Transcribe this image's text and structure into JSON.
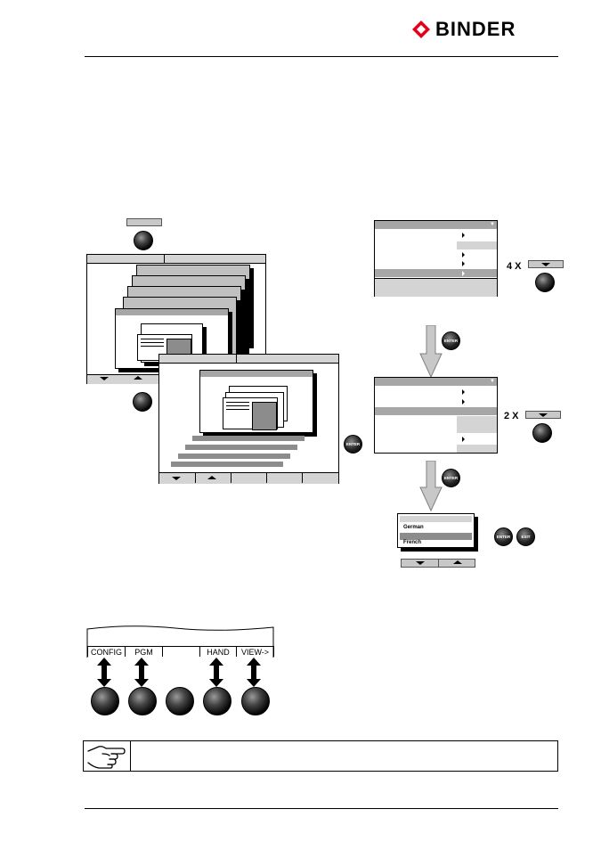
{
  "header": {
    "brand": "BINDER"
  },
  "controller_row": {
    "labels": [
      "CONFIG",
      "PGM",
      "",
      "HAND",
      "VIEW->"
    ]
  },
  "multiplier_labels": {
    "first": "4 X",
    "second": "2 X"
  },
  "key_labels": {
    "enter": "ENTER",
    "exit": "EXIT"
  },
  "language_menu": {
    "items": [
      "German",
      "French"
    ]
  },
  "colors": {
    "accent": "#e2001a",
    "panel_gray": "#a6a6a6",
    "arrow_gray": "#c8c8c8"
  }
}
